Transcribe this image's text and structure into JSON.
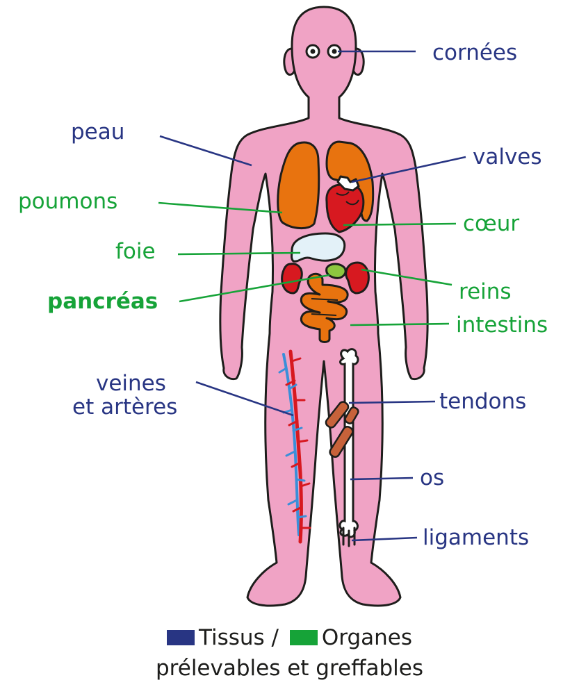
{
  "colors": {
    "tissue": "#283583",
    "organ": "#16a338",
    "body": "#f0a3c5",
    "outline": "#1d1d1b",
    "lungs": "#e8730f",
    "heart": "#d71920",
    "liver": "#e3f1f8",
    "kidney": "#d71920",
    "pancreas": "#8dc63f",
    "intestine": "#e8730f",
    "vein": "#3a8fd9",
    "artery": "#d71920",
    "tendon": "#c7623a",
    "bone": "#ffffff"
  },
  "labels": {
    "cornees": "cornées",
    "peau": "peau",
    "valves": "valves",
    "poumons": "poumons",
    "coeur": "cœur",
    "foie": "foie",
    "reins": "reins",
    "pancreas": "pancréas",
    "intestins": "intestins",
    "veines_l1": "veines",
    "veines_l2": "et artères",
    "tendons": "tendons",
    "os": "os",
    "ligaments": "ligaments"
  },
  "legend": {
    "tissues": "Tissus /",
    "organs": "Organes",
    "line2": "prélevables et greffables"
  }
}
